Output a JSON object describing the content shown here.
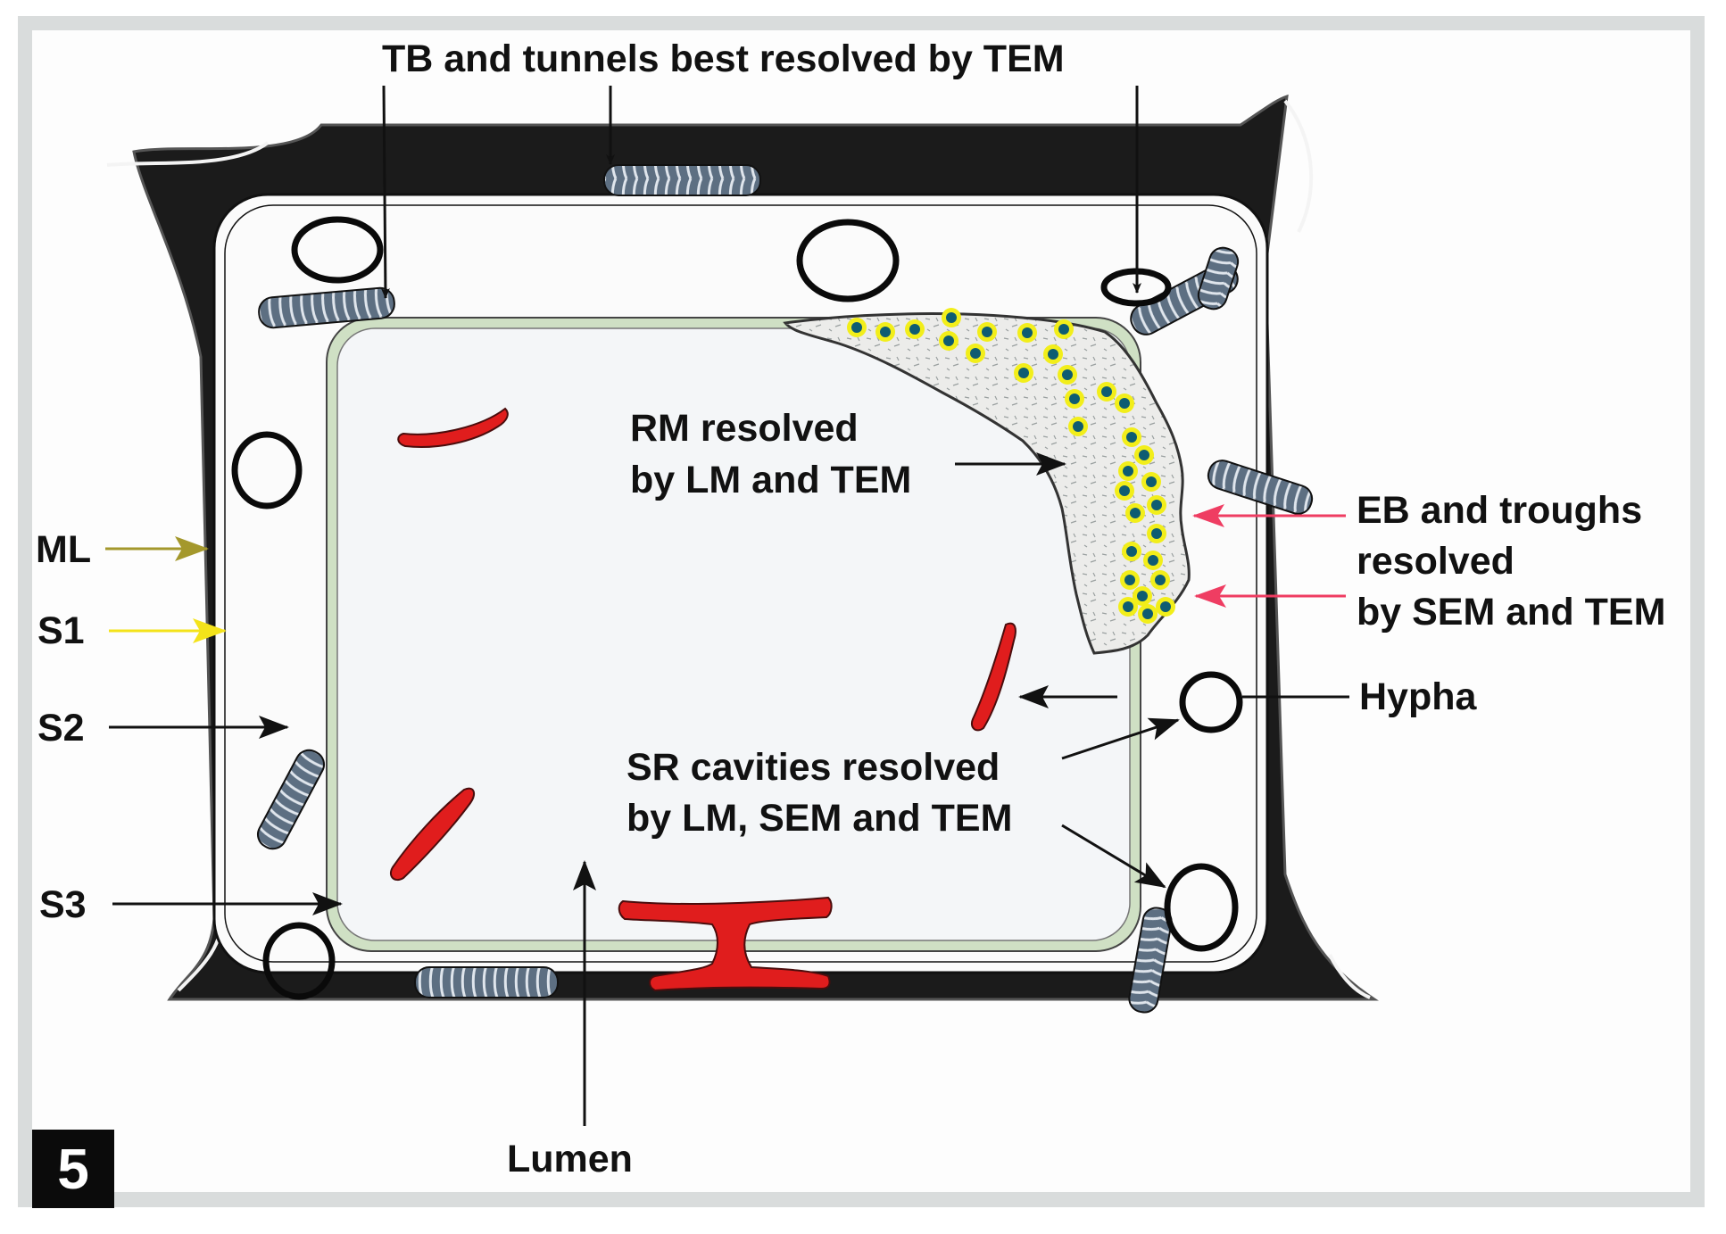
{
  "figure": {
    "panel_number": "5",
    "labels": {
      "tb_tunnels": "TB and tunnels best resolved by TEM",
      "rm_line1": "RM resolved",
      "rm_line2": "by LM and TEM",
      "eb_line1": "EB and troughs",
      "eb_line2": "resolved",
      "eb_line3": "by SEM and TEM",
      "hypha": "Hypha",
      "sr_line1": "SR cavities resolved",
      "sr_line2": "by LM, SEM and TEM",
      "lumen": "Lumen",
      "ml": "ML",
      "s1": "S1",
      "s2": "S2",
      "s3": "S3"
    },
    "colors": {
      "middle_lamella": "#1b1b1b",
      "wall": "#fbfbfb",
      "s3_layer": "#cfe0c4",
      "lumen": "#f4f6f8",
      "tunnel_fill": "#5d6f82",
      "cavity_red": "#e01d1d",
      "erosion_zone": "#e9ebe9",
      "bacterium_ring": "#f2ee1a",
      "bacterium_core": "#0e5c72",
      "ml_arrow": "#a4982c",
      "s1_arrow": "#f4e31a",
      "eb_arrow": "#ef3d62",
      "black_arrow": "#111111"
    }
  }
}
